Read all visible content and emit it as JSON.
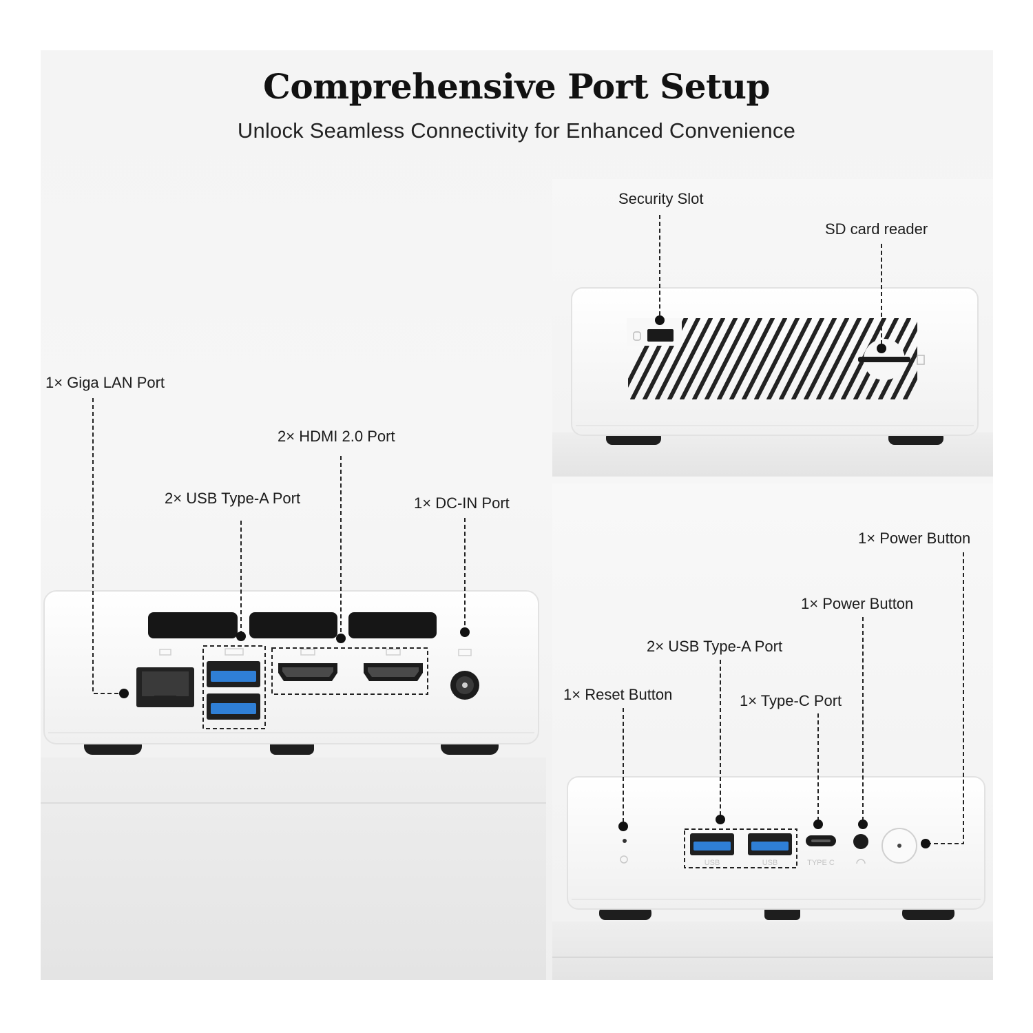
{
  "header": {
    "title": "Comprehensive Port Setup",
    "subtitle": "Unlock Seamless Connectivity for Enhanced Convenience"
  },
  "rear_view": {
    "labels": {
      "lan": "1× Giga LAN Port",
      "hdmi": "2× HDMI 2.0 Port",
      "usb": "2× USB Type-A Port",
      "dc": "1× DC-IN Port"
    }
  },
  "side_view": {
    "labels": {
      "security": "Security Slot",
      "sd": "SD card reader"
    }
  },
  "front_view": {
    "labels": {
      "power_top": "1× Power Button",
      "power_mid": "1× Power Button",
      "usb": "2× USB Type-A Port",
      "reset": "1× Reset Button",
      "typec": "1× Type-C Port"
    },
    "port_text": {
      "usb_left": "USB",
      "usb_right": "USB",
      "typec": "TYPE C"
    }
  },
  "colors": {
    "usb_blue": "#2f7fd6",
    "device_white": "#fbfbfb",
    "port_black": "#1b1b1b"
  }
}
